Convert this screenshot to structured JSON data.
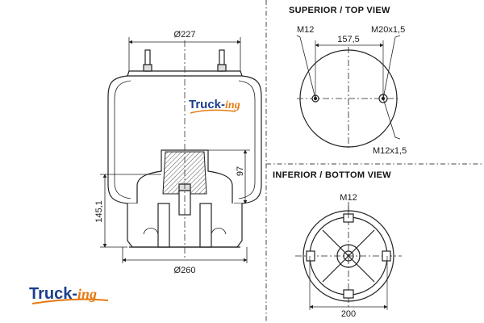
{
  "main_view": {
    "dim_top_diameter": "Ø227",
    "dim_bottom_diameter": "Ø260",
    "dim_piston_height": "97",
    "dim_overall_height": "145,1",
    "brand_primary": "Truck-",
    "brand_secondary": "ing"
  },
  "top_view": {
    "title": "SUPERIOR / TOP VIEW",
    "thread_left": "M12",
    "thread_right": "M20x1,5",
    "center_distance": "157,5",
    "thread_bottom": "M12x1,5"
  },
  "bottom_view": {
    "title": "INFERIOR / BOTTOM VIEW",
    "thread_top": "M12",
    "width": "200"
  },
  "logo": {
    "primary": "Truck-",
    "secondary": "ing",
    "primary_color": "#1b3e8c",
    "secondary_color": "#e57a14"
  }
}
